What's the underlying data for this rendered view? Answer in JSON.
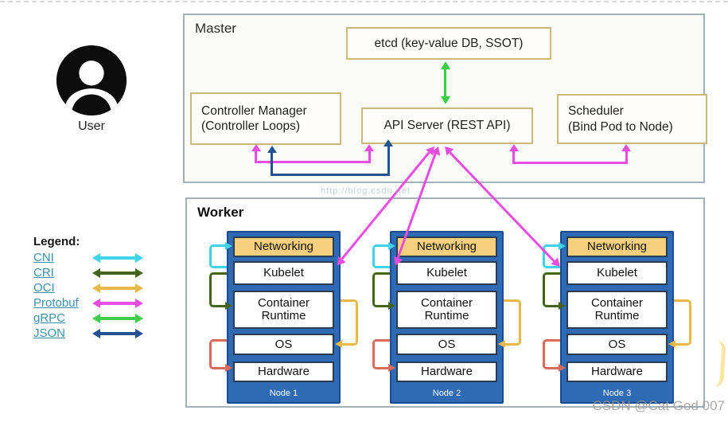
{
  "master": {
    "title": "Master",
    "etcd_label": "etcd (key-value DB, SSOT)",
    "controller_manager_line1": "Controller Manager",
    "controller_manager_line2": "(Controller Loops)",
    "api_server_label": "API Server (REST API)",
    "scheduler_line1": "Scheduler",
    "scheduler_line2": "(Bind Pod to Node)"
  },
  "worker": {
    "title": "Worker",
    "nodes": [
      {
        "name": "Node 1",
        "layers": [
          "Networking",
          "Kubelet",
          "Container Runtime",
          "OS",
          "Hardware"
        ]
      },
      {
        "name": "Node 2",
        "layers": [
          "Networking",
          "Kubelet",
          "Container Runtime",
          "OS",
          "Hardware"
        ]
      },
      {
        "name": "Node 3",
        "layers": [
          "Networking",
          "Kubelet",
          "Container Runtime",
          "OS",
          "Hardware"
        ]
      }
    ]
  },
  "user": {
    "label": "User"
  },
  "legend": {
    "title": "Legend:",
    "items": [
      {
        "label": "CNI",
        "color": "#3fd2e9"
      },
      {
        "label": "CRI",
        "color": "#44641d"
      },
      {
        "label": "OCI",
        "color": "#e7b94a"
      },
      {
        "label": "Protobuf",
        "color": "#e94ee2"
      },
      {
        "label": "gRPC",
        "color": "#3ecc4a"
      },
      {
        "label": "JSON",
        "color": "#24518f"
      }
    ]
  },
  "colors": {
    "os_hardware_arrow": "#d96a5e",
    "node_fill": "#2e6bb4",
    "networking_fill": "#f8cf7f",
    "component_border": "#cdb87c"
  },
  "watermarks": {
    "mid_url": "http://blog.csdn.net",
    "bottom": "CSDN @Cat God 007"
  }
}
